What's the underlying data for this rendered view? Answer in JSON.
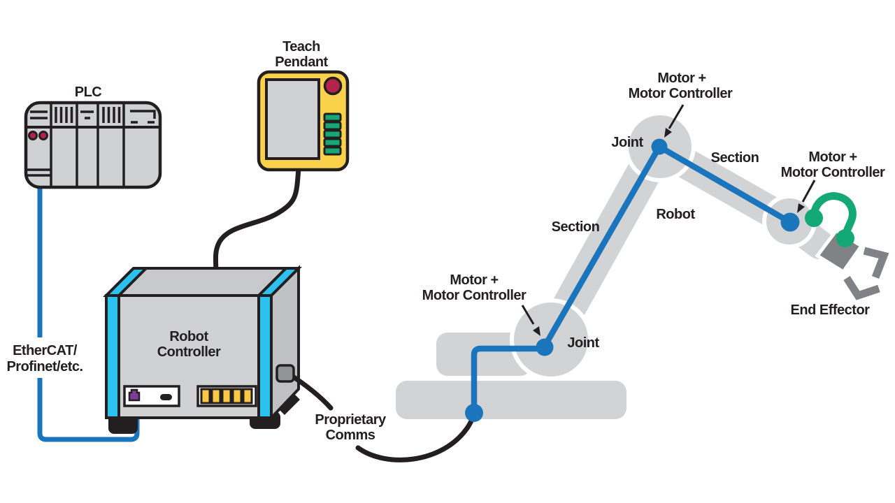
{
  "colors": {
    "blue": "#1b75bc",
    "cyan": "#2cc2f0",
    "arm": "#d2d3d4",
    "front": "#d0d1d3",
    "top": "#c7c9cb",
    "side": "#bfc1c3",
    "dark": "#808285",
    "yellow": "#f9d14b",
    "bars": "#fbc846",
    "green": "#14a876",
    "red": "#b3234b",
    "purple": "#7c3f98",
    "ink": "#231f20"
  },
  "devices": {
    "plc": {
      "label": "PLC"
    },
    "teach_pendant": {
      "label": [
        "Teach",
        "Pendant"
      ]
    },
    "robot_controller": {
      "label": [
        "Robot",
        "Controller"
      ]
    }
  },
  "connections": {
    "fieldbus": {
      "label": [
        "EtherCAT/",
        "Profinet/etc."
      ]
    },
    "proprietary": {
      "label": [
        "Proprietary",
        "Comms"
      ]
    }
  },
  "robot": {
    "label": "Robot",
    "end_effector_label": "End Effector",
    "joints": {
      "base": "Joint",
      "elbow": "Joint"
    },
    "sections": {
      "lower": "Section",
      "upper": "Section"
    },
    "motor_callouts": {
      "base": [
        "Motor +",
        "Motor Controller"
      ],
      "elbow": [
        "Motor +",
        "Motor Controller"
      ],
      "wrist": [
        "Motor +",
        "Motor Controller"
      ]
    }
  }
}
